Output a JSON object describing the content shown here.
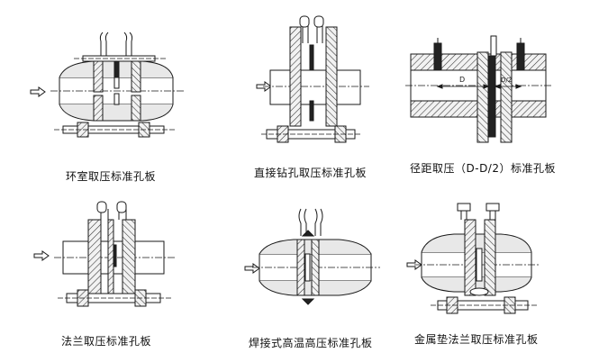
{
  "captions": [
    "环室取压标准孔板",
    "直接钻孔取压标准孔板",
    "径距取压（D-D/2）标准孔板",
    "法兰取压标准孔板",
    "焊接式高温高压标准孔板",
    "金属垫法兰取压标准孔板"
  ],
  "dimension_labels": {
    "d_full": "D",
    "d_half": "D/2"
  },
  "colors": {
    "line": "#1a1a1a",
    "hatch": "#333333",
    "fill": "#e6e6e6",
    "dark": "#222222"
  }
}
